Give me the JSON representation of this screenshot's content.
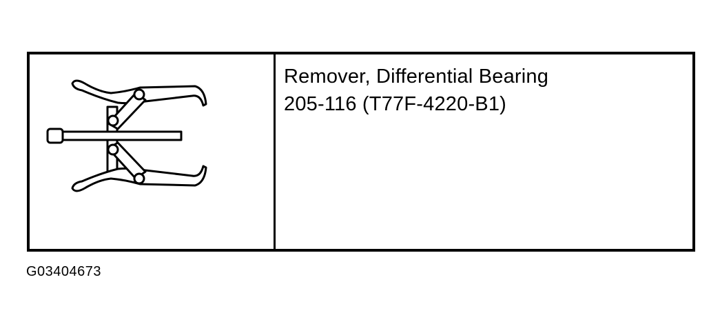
{
  "tool": {
    "name": "Remover, Differential Bearing",
    "part_number": "205-116 (T77F-4220-B1)",
    "illustration_icon": "bearing-puller-icon"
  },
  "figure_id": "G03404673"
}
